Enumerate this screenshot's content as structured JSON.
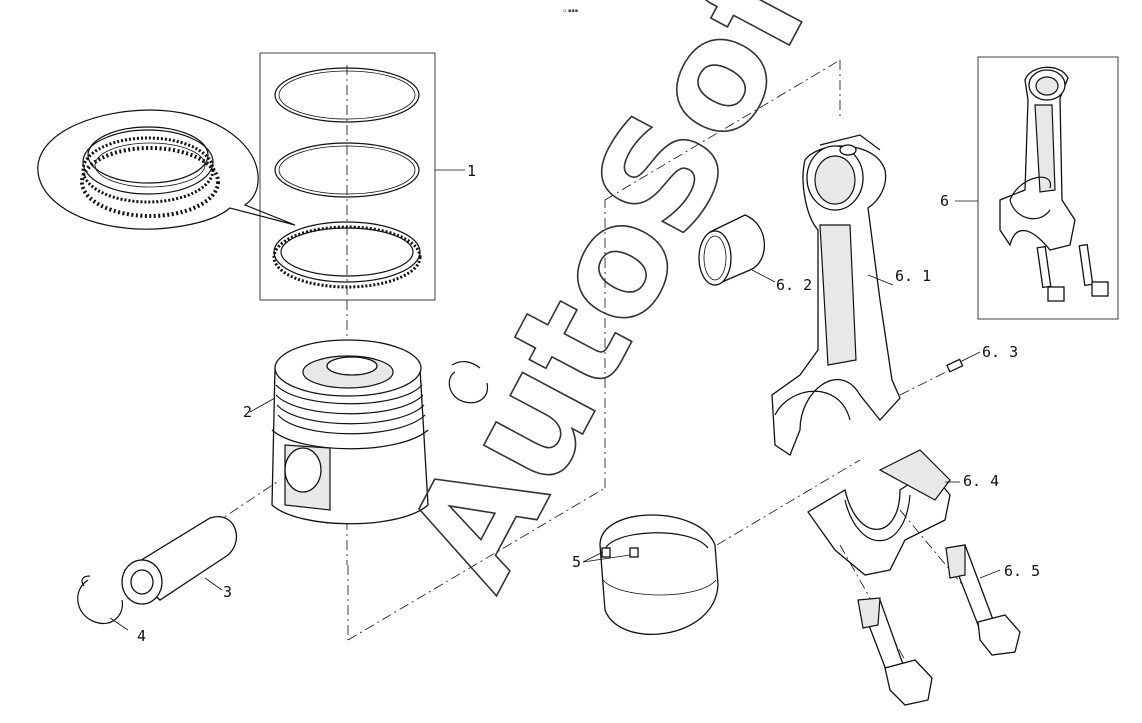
{
  "header": {
    "tiny_text": "▫ ▪▪▪"
  },
  "watermark": "AutoSoft",
  "callouts": {
    "c1": "1",
    "c2": "2",
    "c3": "3",
    "c4": "4",
    "c5": "5",
    "c6": "6",
    "c61": "6. 1",
    "c62": "6. 2",
    "c63": "6. 3",
    "c64": "6. 4",
    "c65": "6. 5"
  },
  "colors": {
    "line": "#111111",
    "background": "#ffffff"
  }
}
